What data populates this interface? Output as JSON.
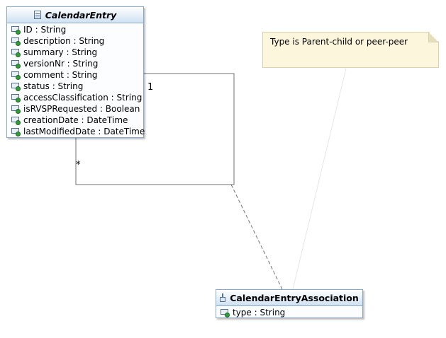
{
  "classes": {
    "calendar_entry": {
      "name": "CalendarEntry",
      "attributes": [
        "ID : String",
        "description : String",
        "summary : String",
        "versionNr : String",
        "comment : String",
        "status : String",
        "accessClassification : String",
        "isRVSPRequested : Boolean",
        "creationDate : DateTime",
        "lastModifiedDate : DateTime"
      ]
    },
    "calendar_entry_association": {
      "name": "CalendarEntryAssociation",
      "attributes": [
        "type : String"
      ]
    }
  },
  "note": {
    "text": "Type is Parent-child or peer-peer"
  },
  "association": {
    "multiplicity_source": "1",
    "multiplicity_target": "*"
  }
}
